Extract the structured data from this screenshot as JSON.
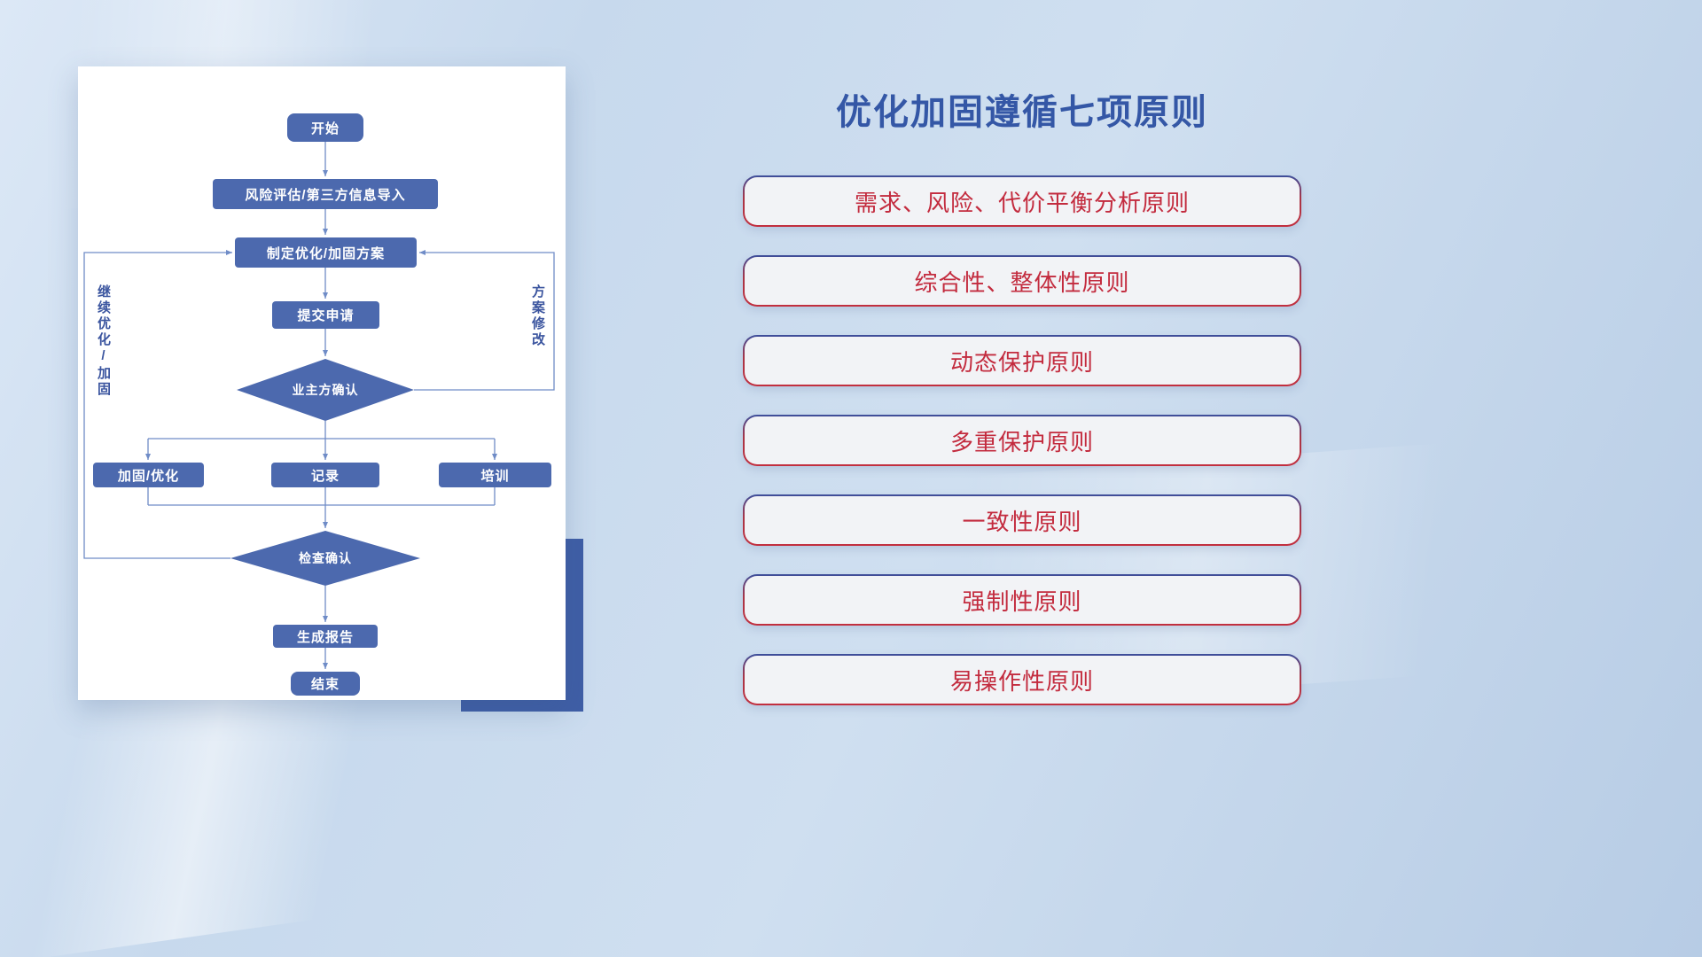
{
  "slide": {
    "title": "优化加固遵循七项原则"
  },
  "flowchart": {
    "nodes": {
      "start": "开始",
      "risk": "风险评估/第三方信息导入",
      "plan": "制定优化/加固方案",
      "submit": "提交申请",
      "owner_confirm": "业主方确认",
      "reinforce": "加固/优化",
      "record": "记录",
      "training": "培训",
      "check_confirm": "检查确认",
      "report": "生成报告",
      "end": "结束"
    },
    "loop_labels": {
      "continue_loop": "继续优化/加固",
      "modify_loop": "方案修改"
    }
  },
  "principles": {
    "items": [
      {
        "label": "需求、风险、代价平衡分析原则"
      },
      {
        "label": "综合性、整体性原则"
      },
      {
        "label": "动态保护原则"
      },
      {
        "label": "多重保护原则"
      },
      {
        "label": "一致性原则"
      },
      {
        "label": "强制性原则"
      },
      {
        "label": "易操作性原则"
      }
    ]
  },
  "colors": {
    "node_fill": "#4c69ae",
    "connector": "#6f8cc7",
    "title": "#3457a6",
    "principle_text": "#c32b3e",
    "accent_block": "#3f5ea6"
  }
}
